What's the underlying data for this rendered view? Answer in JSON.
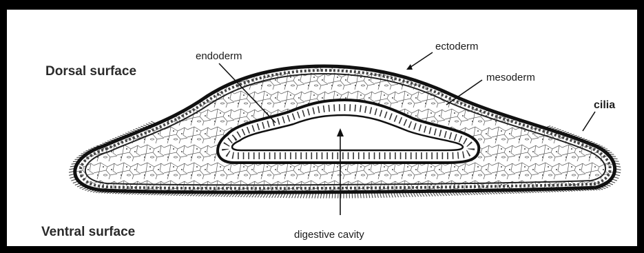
{
  "labels": {
    "dorsal": "Dorsal surface",
    "ventral": "Ventral surface",
    "endoderm": "endoderm",
    "ectoderm": "ectoderm",
    "mesoderm": "mesoderm",
    "cilia": "cilia",
    "digestive_cavity": "digestive cavity"
  }
}
